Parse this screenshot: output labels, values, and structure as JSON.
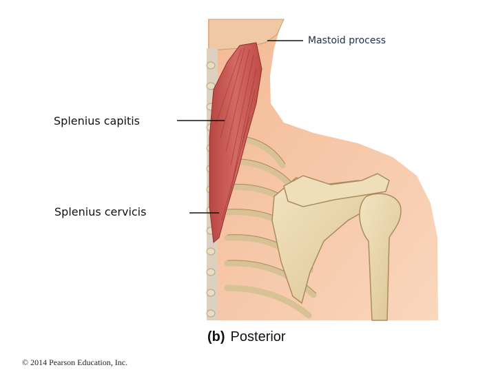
{
  "labels": {
    "mastoid_process": "Mastoid process",
    "splenius_capitis": "Splenius capitis",
    "splenius_cervicis": "Splenius cervicis"
  },
  "caption": {
    "part": "(b)",
    "view": "Posterior"
  },
  "copyright": "© 2014 Pearson Education, Inc.",
  "colors": {
    "skin": "#f6c7a6",
    "muscle": "#c7514f",
    "bone": "#ead7ad",
    "bone_outline": "#b59a67"
  }
}
